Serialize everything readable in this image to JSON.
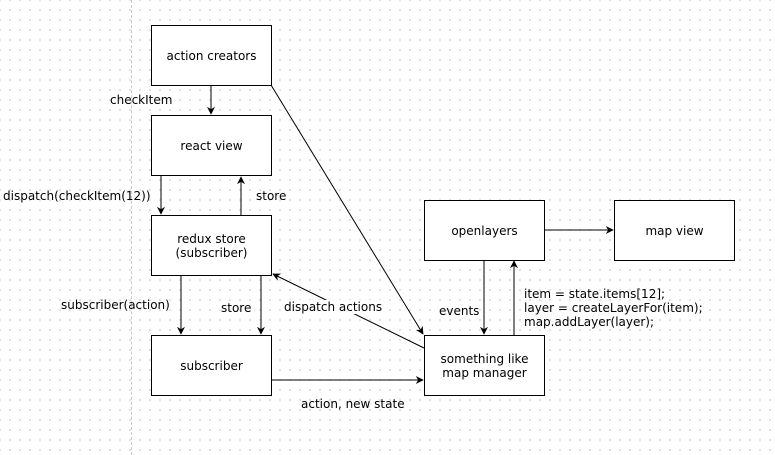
{
  "nodes": {
    "action_creators": "action creators",
    "react_view": "react view",
    "redux_store": "redux store\n(subscriber)",
    "subscriber": "subscriber",
    "openlayers": "openlayers",
    "map_view": "map view",
    "map_manager": "something like\nmap manager"
  },
  "edge_labels": {
    "check_item": "checkItem",
    "dispatch_check_item": "dispatch(checkItem(12))",
    "store_up": "store",
    "subscriber_action": "subscriber(action)",
    "store_down": "store",
    "dispatch_actions": "dispatch actions",
    "events": "events",
    "layer_code": "item = state.items[12];\nlayer = createLayerFor(item);\nmap.addLayer(layer);",
    "action_new_state": "action, new state"
  },
  "colors": {
    "stroke": "#000000",
    "background": "#ffffff",
    "grid_dot": "#d8d8d8"
  }
}
